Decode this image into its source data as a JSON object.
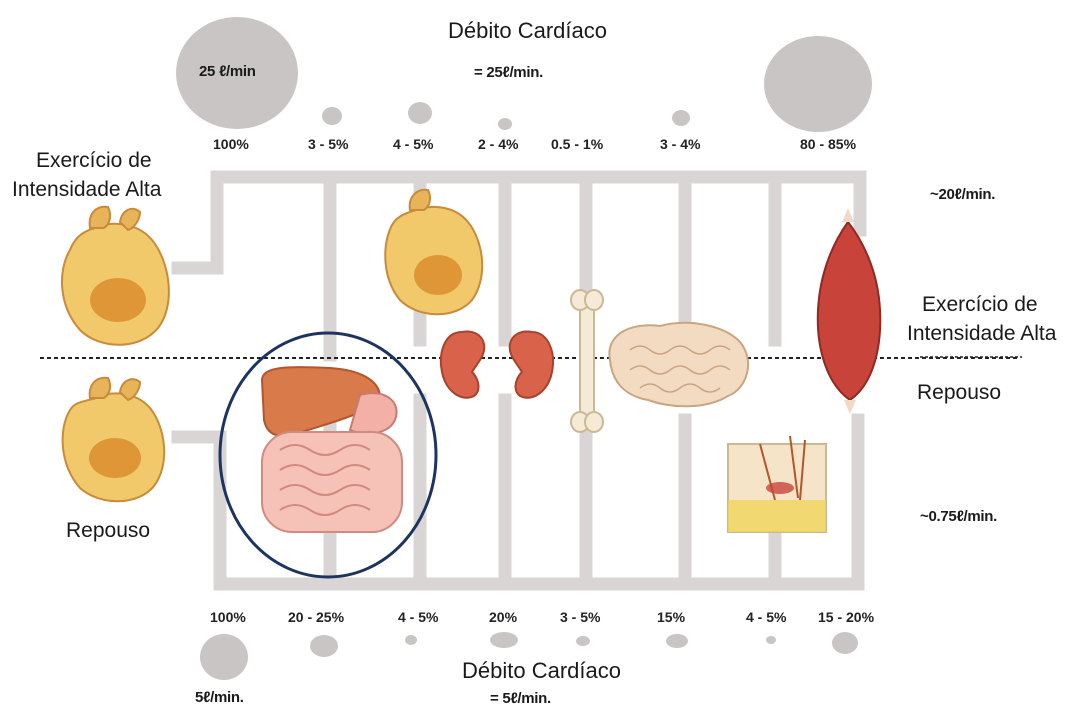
{
  "top": {
    "title": "Débito Cardíaco",
    "flow": "= 25ℓ/min.",
    "circle_label": "25 ℓ/min",
    "right_flow": "~20ℓ/min.",
    "percentages": [
      "100%",
      "3 - 5%",
      "4 - 5%",
      "2 - 4%",
      "0.5 - 1%",
      "3 - 4%",
      "80 - 85%"
    ]
  },
  "bottom": {
    "title": "Débito Cardíaco",
    "flow": "= 5ℓ/min.",
    "circle_label": "5ℓ/min.",
    "right_flow": "~0.75ℓ/min.",
    "percentages": [
      "100%",
      "20 - 25%",
      "4 - 5%",
      "20%",
      "3 - 5%",
      "15%",
      "4 - 5%",
      "15 - 20%"
    ]
  },
  "left": {
    "exercise_label_line1": "Exercício de",
    "exercise_label_line2": "Intensidade Alta",
    "rest_label": "Repouso"
  },
  "right": {
    "exercise_label_line1": "Exercício de",
    "exercise_label_line2": "Intensidade Alta",
    "rest_label": "Repouso"
  },
  "organs": [
    "heart-exercise",
    "heart-rest",
    "liver-digestive",
    "heart-organ",
    "kidneys",
    "bone",
    "brain",
    "skin",
    "muscle"
  ],
  "colors": {
    "pipe": "#d9d5d5",
    "circle_gray": "#c9c5c5",
    "highlight_circle": "#1d3461",
    "heart_fill": "#f1c96a",
    "heart_dark": "#d98a2b",
    "organ_red": "#d9634a",
    "muscle_red": "#c8433a",
    "brain": "#f3dbc2",
    "bone": "#f5ead6"
  }
}
